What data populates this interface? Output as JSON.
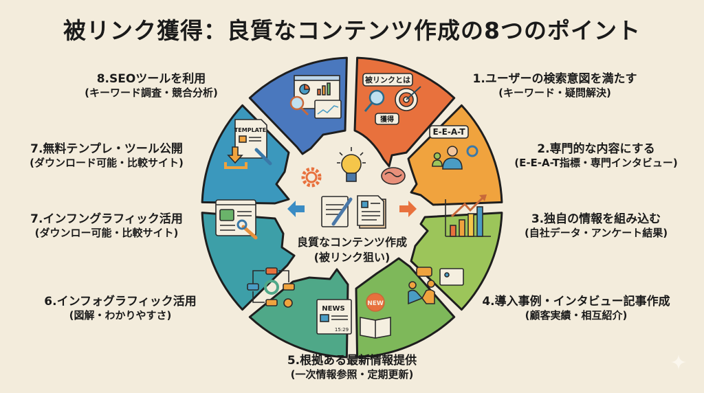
{
  "title": "被リンク獲得：良質なコンテンツ作成の8つのポイント",
  "center": {
    "line1": "良質なコンテンツ作成",
    "line2": "(被リンク狙い)",
    "icons": [
      "gear-icon",
      "lightbulb-icon",
      "brain-icon",
      "notepad-pen-icon",
      "document-icon",
      "arrow-left-icon",
      "arrow-right-icon"
    ]
  },
  "points": [
    {
      "num": "1",
      "main": "1.ユーザーの検索意図を満たす",
      "sub": "(キーワード・疑問解決)",
      "color": "#e8713d",
      "icon": "search-target-icon",
      "bubble1": "被リンクとは",
      "bubble2": "獲得"
    },
    {
      "num": "2",
      "main": "2.専門的な内容にする",
      "sub": "(E-E-A-T指標・専門インタビュー)",
      "color": "#f0a33e",
      "icon": "expert-icon",
      "bubble1": "E-E-A-T"
    },
    {
      "num": "3",
      "main": "3.独自の情報を組み込む",
      "sub": "(自社データ・アンケート結果)",
      "color": "#9cc55a",
      "icon": "bar-chart-icon"
    },
    {
      "num": "4",
      "main": "4.導入事例・インタビュー記事作成",
      "sub": "(顧客実績・相互紹介)",
      "color": "#7eb85a",
      "icon": "handshake-icon"
    },
    {
      "num": "5",
      "main": "5.根拠ある最新情報提供",
      "sub": "(一次情報参照・定期更新)",
      "color": "#4fa888",
      "icon": "news-icon",
      "badge": "NEW",
      "news_label": "NEWS",
      "time": "15:29"
    },
    {
      "num": "6",
      "main": "6.インフォグラフィック活用",
      "sub": "(図解・わかりやすさ)",
      "color": "#3d9fa8",
      "icon": "flow-diagram-icon"
    },
    {
      "num": "7a",
      "main": "7.インフングラフィック活用",
      "sub": "(ダウンロー可能・比較サイト)",
      "color": "#3b98bd",
      "icon": "browser-wrench-icon"
    },
    {
      "num": "7b",
      "main": "7.無料テンプレ・ツール公開",
      "sub": "(ダウンロード可能・比較サイト)",
      "color": "#3a8cc4",
      "icon": "template-icon",
      "template_label": "TEMPLATE"
    },
    {
      "num": "8",
      "main": "8.SEOツールを利用",
      "sub": "(キーワード調査・競合分析)",
      "color": "#4a78be",
      "icon": "analytics-icon"
    }
  ]
}
